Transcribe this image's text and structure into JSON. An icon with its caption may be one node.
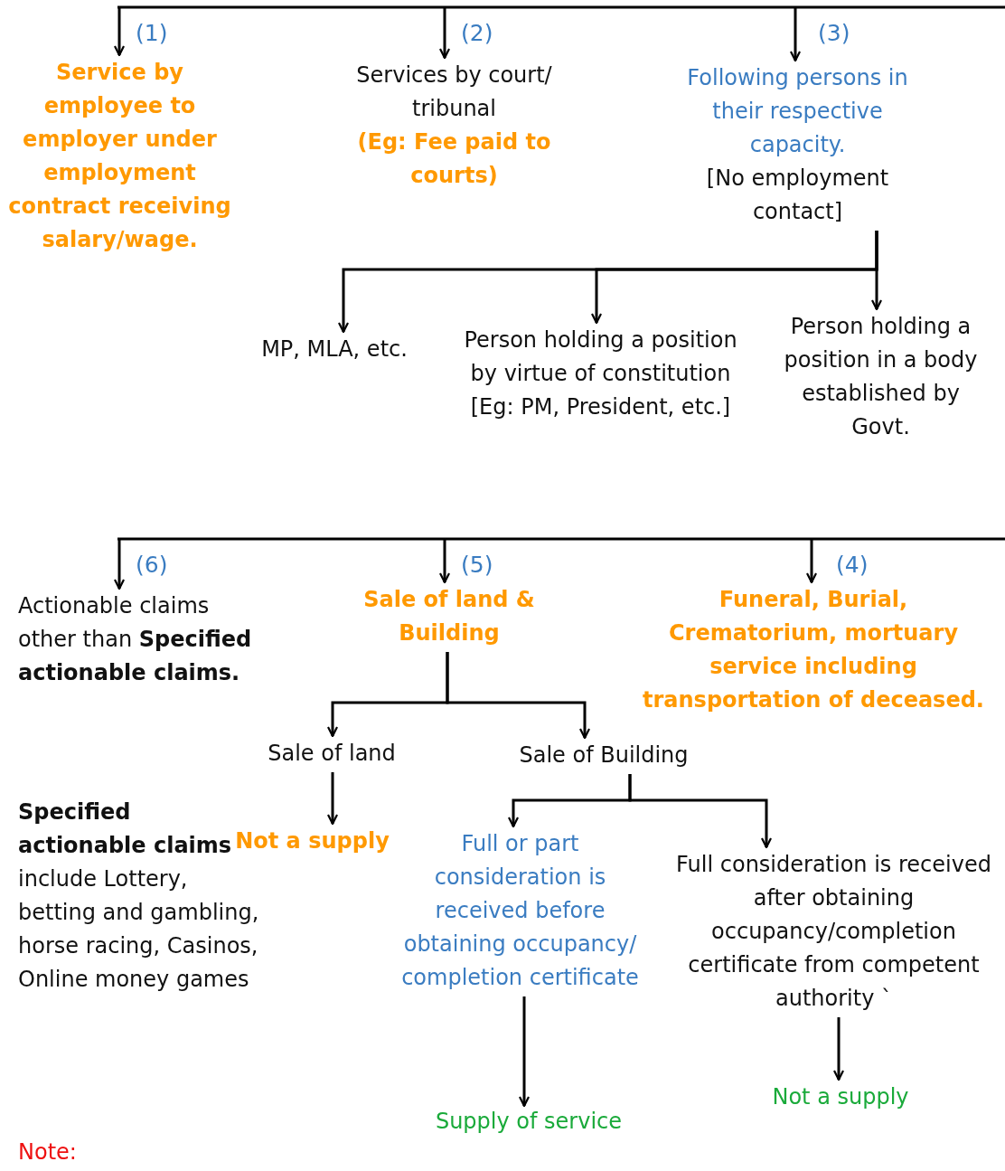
{
  "diagram": {
    "nodes": [
      {
        "text": [
          "Service by employee to employer under employment contract receiving salary/wage."
        ],
        "beside": [
          "(1)"
        ]
      },
      {
        "text": [
          "Services by court/ tribunal",
          "(Eg: Fee paid to courts)"
        ],
        "beside": [
          "(2)"
        ]
      },
      {
        "text": [
          "Following persons in their respective capacity.",
          "[No employment contact]"
        ],
        "beside": [
          "(3)"
        ]
      },
      {
        "text": [
          "MP, MLA, etc."
        ]
      },
      {
        "text": [
          "Person holding a position by virtue of constitution [Eg: PM, President, etc.]"
        ]
      },
      {
        "text": [
          "Person holding a position in a body established by Govt."
        ]
      },
      {
        "text": [
          "Actionable claims other than **Specified actionable claims.**"
        ],
        "beside": [
          "(6)"
        ]
      },
      {
        "text": [
          "Sale of land & Building"
        ],
        "beside": [
          "(5)"
        ]
      },
      {
        "text": [
          "Funeral, Burial, Crematorium, mortuary service including transportation of deceased."
        ],
        "beside": [
          "(4)"
        ]
      },
      {
        "text": [
          "Sale of land"
        ]
      },
      {
        "text": [
          "Sale of Building"
        ]
      },
      {
        "text": [
          "Not a supply"
        ]
      },
      {
        "text": [
          "Full or part consideration is received before obtaining occupancy/ completion certificate"
        ]
      },
      {
        "text": [
          "Full consideration is received after obtaining occupancy/completion certificate from competent authority `"
        ]
      },
      {
        "text": [
          "Supply of service"
        ]
      },
      {
        "text": [
          "Not a supply"
        ]
      }
    ],
    "edges": [
      {
        "from": null,
        "to": 0,
        "arrow": "to"
      },
      {
        "from": null,
        "to": 1,
        "arrow": "to"
      },
      {
        "from": null,
        "to": 2,
        "arrow": "to"
      },
      {
        "from": 2,
        "to": 3,
        "arrow": "to"
      },
      {
        "from": 2,
        "to": 4,
        "arrow": "to"
      },
      {
        "from": 2,
        "to": 5,
        "arrow": "to"
      },
      {
        "from": null,
        "to": 6,
        "arrow": "to"
      },
      {
        "from": null,
        "to": 7,
        "arrow": "to"
      },
      {
        "from": null,
        "to": 8,
        "arrow": "to"
      },
      {
        "from": 7,
        "to": 9,
        "arrow": "to"
      },
      {
        "from": 7,
        "to": 10,
        "arrow": "to"
      },
      {
        "from": 9,
        "to": 11,
        "arrow": "to"
      },
      {
        "from": 10,
        "to": 12,
        "arrow": "to"
      },
      {
        "from": 10,
        "to": 13,
        "arrow": "to"
      },
      {
        "from": 12,
        "to": 14,
        "arrow": "to"
      },
      {
        "from": 13,
        "to": 15,
        "arrow": "to"
      }
    ],
    "labels": [
      "**Specified actionable claims** include Lottery, betting and gambling, horse racing, Casinos, Online money games",
      "Note:"
    ]
  }
}
